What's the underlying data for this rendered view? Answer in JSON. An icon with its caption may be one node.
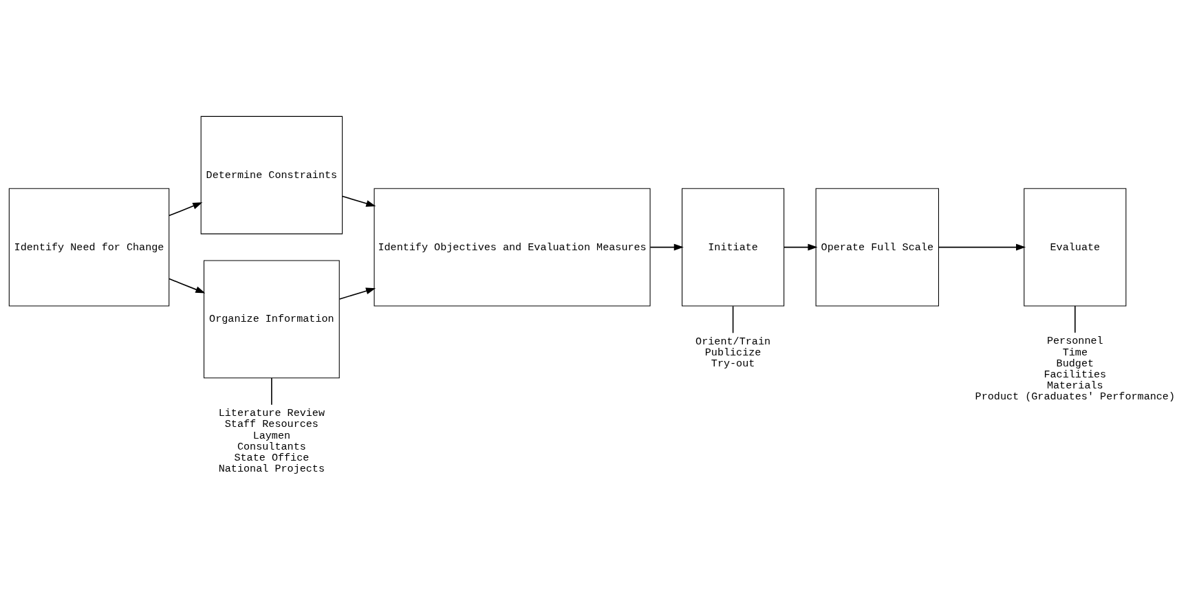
{
  "diagram": {
    "nodes": [
      {
        "text": [
          "Identify Need for Change"
        ]
      },
      {
        "text": [
          "Determine Constraints"
        ]
      },
      {
        "text": [
          "Organize Information"
        ]
      },
      {
        "text": [
          "Identify Objectives and Evaluation Measures"
        ]
      },
      {
        "text": [
          "Initiate"
        ]
      },
      {
        "text": [
          "Operate Full Scale"
        ]
      },
      {
        "text": [
          "Evaluate"
        ]
      },
      {
        "text": [
          "Literature Review",
          "Staff Resources",
          "Laymen",
          "Consultants",
          "State Office",
          "National Projects"
        ]
      },
      {
        "text": [
          "Orient/Train",
          "Publicize",
          "Try-out"
        ]
      },
      {
        "text": [
          "Personnel",
          "Time",
          "Budget",
          "Facilities",
          "Materials",
          "Product (Graduates' Performance)"
        ]
      }
    ],
    "edges": [
      {
        "from": 0,
        "to": 1,
        "arrow": "to"
      },
      {
        "from": 0,
        "to": 2,
        "arrow": "to"
      },
      {
        "from": 1,
        "to": 3,
        "arrow": "to"
      },
      {
        "from": 2,
        "to": 3,
        "arrow": "to"
      },
      {
        "from": 3,
        "to": 4,
        "arrow": "to"
      },
      {
        "from": 4,
        "to": 5,
        "arrow": "to"
      },
      {
        "from": 5,
        "to": 6,
        "arrow": "to"
      },
      {
        "from": 2,
        "to": 7,
        "arrow": "none"
      },
      {
        "from": 4,
        "to": 8,
        "arrow": "none"
      },
      {
        "from": 6,
        "to": 9,
        "arrow": "none"
      }
    ]
  }
}
